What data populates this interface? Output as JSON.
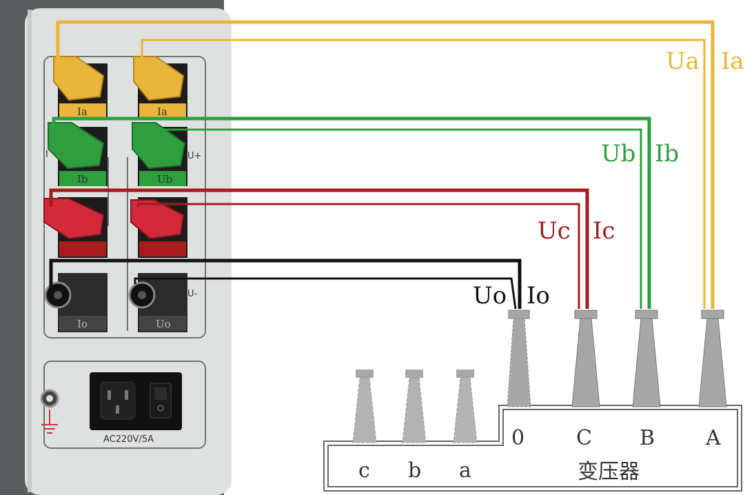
{
  "colors": {
    "yellow": "#e8b63a",
    "green": "#2e9e3e",
    "red": "#a61b1b",
    "black": "#111111",
    "panel": "#dfe1e1",
    "insulator": "#a7a7a7"
  },
  "panel": {
    "jacks": [
      {
        "label": "Ia",
        "color": "yellow"
      },
      {
        "label": "Ia",
        "color": "yellow"
      },
      {
        "label": "Ib",
        "color": "green"
      },
      {
        "label": "Ub",
        "color": "green"
      },
      {
        "label": "",
        "color": "red"
      },
      {
        "label": "",
        "color": "red"
      },
      {
        "label": "Io",
        "color": "black"
      },
      {
        "label": "Uo",
        "color": "black"
      }
    ],
    "side_left": "I",
    "side_right_top": "U+",
    "side_right_bottom": "U-",
    "power_label": "AC220V/5A",
    "ground_icon": "ground-icon",
    "switch_icon": "power-switch-icon"
  },
  "wire_labels": {
    "ua": "Ua",
    "ia": "Ia",
    "ub": "Ub",
    "ib": "Ib",
    "uc": "Uc",
    "ic": "Ic",
    "uo": "Uo",
    "io": "Io"
  },
  "transformer": {
    "title": "变压器",
    "high_terminals": [
      "0",
      "C",
      "B",
      "A"
    ],
    "low_terminals": [
      "c",
      "b",
      "a"
    ]
  }
}
